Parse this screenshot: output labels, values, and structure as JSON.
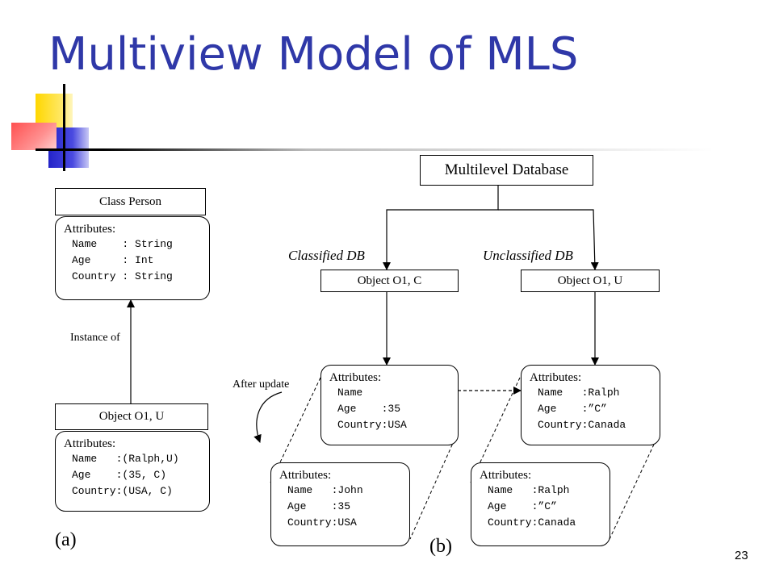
{
  "title": "Multiview Model of MLS",
  "page_number": "23",
  "part_a": {
    "marker": "(a)",
    "class_box": "Class Person",
    "class_attrs": {
      "heading": "Attributes:",
      "rows": [
        "Name    : String",
        "Age     : Int",
        "Country : String"
      ]
    },
    "instance_label": "Instance of",
    "object_box": "Object O1, U",
    "object_attrs": {
      "heading": "Attributes:",
      "rows": [
        "Name   :(Ralph,U)",
        "Age    :(35, C)",
        "Country:(USA, C)"
      ]
    }
  },
  "part_b": {
    "marker": "(b)",
    "root": "Multilevel Database",
    "classified_label": "Classified DB",
    "unclassified_label": "Unclassified DB",
    "obj_c": "Object O1, C",
    "obj_u": "Object O1, U",
    "after_update": "After update",
    "c_attrs": {
      "heading": "Attributes:",
      "rows": [
        "Name",
        "Age    :35",
        "Country:USA"
      ]
    },
    "u_attrs": {
      "heading": "Attributes:",
      "rows": [
        "Name   :Ralph",
        "Age    :”C”",
        "Country:Canada"
      ]
    },
    "c_updated": {
      "heading": "Attributes:",
      "rows": [
        "Name   :John",
        "Age    :35",
        "Country:USA"
      ]
    },
    "u_updated": {
      "heading": "Attributes:",
      "rows": [
        "Name   :Ralph",
        "Age    :”C”",
        "Country:Canada"
      ]
    }
  }
}
